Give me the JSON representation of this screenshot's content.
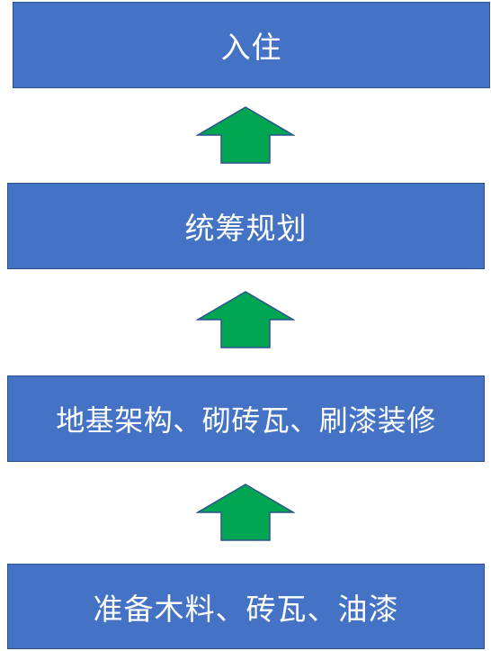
{
  "flow": {
    "steps": [
      {
        "label": "准备木料、砖瓦、油漆"
      },
      {
        "label": "地基架构、砌砖瓦、刷漆装修"
      },
      {
        "label": "统筹规划"
      },
      {
        "label": "入住"
      }
    ],
    "box_color": "#4472c4",
    "box_border_color": "#2f528f",
    "arrow_color": "#00a651",
    "arrow_border_color": "#2f528f",
    "arrow_direction": "up"
  }
}
